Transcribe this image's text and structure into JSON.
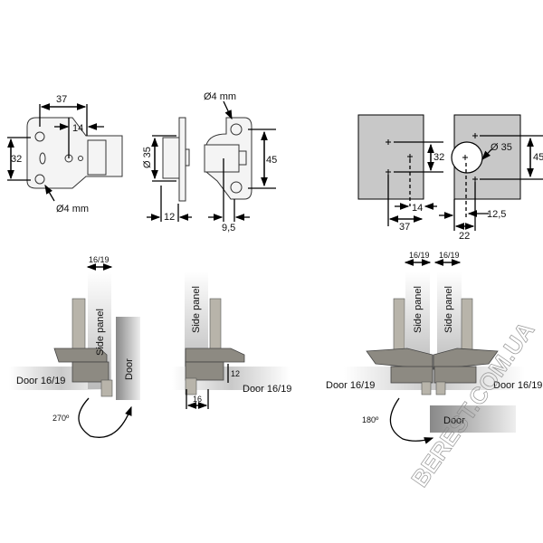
{
  "top_left": {
    "dim_37": "37",
    "dim_14": "14",
    "dim_32": "32",
    "hole_dia": "Ø4 mm"
  },
  "top_middle": {
    "dim_35": "Ø 35",
    "dim_12": "12",
    "hole_dia": "Ø4 mm",
    "dim_45": "45",
    "dim_9_5": "9,5"
  },
  "drilling": {
    "dim_32": "32",
    "dim_14": "14",
    "dim_37": "37",
    "dim_35": "Ø 35",
    "dim_45": "45",
    "dim_12_5": "12,5",
    "dim_22": "22"
  },
  "bottom_left": {
    "thickness": "16/19",
    "side_panel": "Side panel",
    "door": "Door",
    "door_label": "Door 16/19",
    "angle": "270º"
  },
  "bottom_middle": {
    "side_panel": "Side panel",
    "dim_12": "12",
    "dim_16": "16",
    "door_label": "Door 16/19"
  },
  "bottom_right": {
    "thickness_left": "16/19",
    "thickness_right": "16/19",
    "side_panel_left": "Side panel",
    "side_panel_right": "Side panel",
    "door_label_left": "Door 16/19",
    "door_label_right": "Door 16/19",
    "angle": "180º",
    "door": "Door"
  },
  "watermark": "BEREST.COM.UA",
  "colors": {
    "panel": "#c8c8c8",
    "metal": "#8d8a82"
  }
}
